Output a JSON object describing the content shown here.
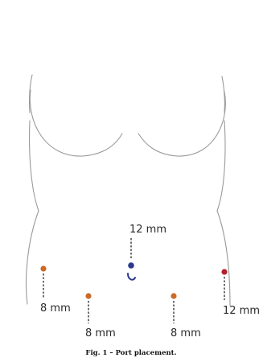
{
  "colors": {
    "outline": "#9a9a9a",
    "camera_port": "#2b3a8c",
    "assist_port": "#c96a26",
    "right_port": "#b3202a",
    "dash": "#333333"
  },
  "ports": [
    {
      "id": "camera",
      "label": "12 mm",
      "color": "#2b3a8c",
      "icon": "dot"
    },
    {
      "id": "left-lateral",
      "label": "8 mm",
      "color": "#c96a26",
      "icon": "dot"
    },
    {
      "id": "left-lower",
      "label": "8 mm",
      "color": "#c96a26",
      "icon": "dot"
    },
    {
      "id": "right-lower",
      "label": "8 mm",
      "color": "#c96a26",
      "icon": "dot"
    },
    {
      "id": "right-lateral",
      "label": "12 mm",
      "color": "#b3202a",
      "icon": "dot"
    }
  ],
  "umbilicus_icon": "umbilicus-curve",
  "caption": "Fig. 1 – Port placement."
}
